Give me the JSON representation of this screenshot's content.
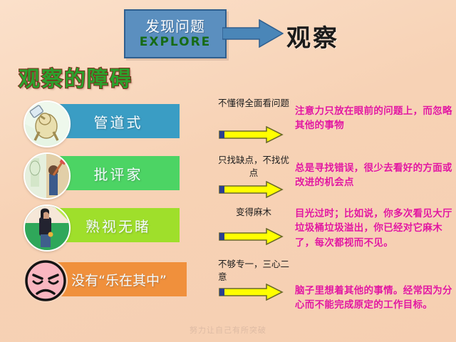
{
  "header": {
    "explore_box": {
      "cn_label": "发现问题",
      "en_label": "EXPLORE",
      "box_color": "#5b8fbf",
      "cn_color": "#ffffff",
      "en_color": "#166b16"
    },
    "arrow_icon": "right-arrow-icon",
    "arrow_color": "#4a86b8",
    "main_title": "观察",
    "main_title_color": "#1b1b1b"
  },
  "section": {
    "title": "观察的障碍",
    "title_fill_color": "#2ca02c",
    "title_outline_color": "#7d2a1c"
  },
  "rows": [
    {
      "label": "管道式",
      "banner_color": "#3a9dc4",
      "icon_name": "telescope-tunnel-vision-icon",
      "icon_bg": "#e3f2e0",
      "mid_text": "不懂得全面看问题",
      "mid_align": "left",
      "description": "注意力只放在眼前的问题上，而忽略其他的事物"
    },
    {
      "label": "批评家",
      "banner_color": "#4cd464",
      "icon_name": "painter-critic-icon",
      "icon_bg": "#efe9d4",
      "mid_text": "只找缺点，不找优点",
      "mid_align": "center",
      "description": "总是寻找错误，很少去看好的方面或改进的机会点"
    },
    {
      "label": "熟视无睹",
      "banner_color": "#9fdf2b",
      "icon_name": "person-walking-by-icon",
      "icon_bg": "#2fa75a",
      "mid_text": "变得麻木",
      "mid_align": "center",
      "description": "目光过时；比如说，你多次看见大厅垃圾桶垃圾溢出，你已经对它麻木了，每次都视而不见。"
    },
    {
      "label": "没有“乐在其中”",
      "banner_color": "#f0903c",
      "icon_name": "angry-face-icon",
      "icon_bg": "#f7b7c0",
      "mid_text": "不够专一，三心二意",
      "mid_align": "left",
      "description": "脑子里想着其他的事情。经常因为分心而不能完成原定的工作目标。"
    }
  ],
  "arrows": {
    "icon_name": "yellow-right-arrow-icon",
    "fill_color": "#ffff00",
    "stroke_color": "#6a6a2a",
    "tail_color": "#2a3f8f"
  },
  "footer": {
    "watermark": "努力让自己有所突破",
    "color": "#ddbba4"
  },
  "description_color": "#e2179e"
}
